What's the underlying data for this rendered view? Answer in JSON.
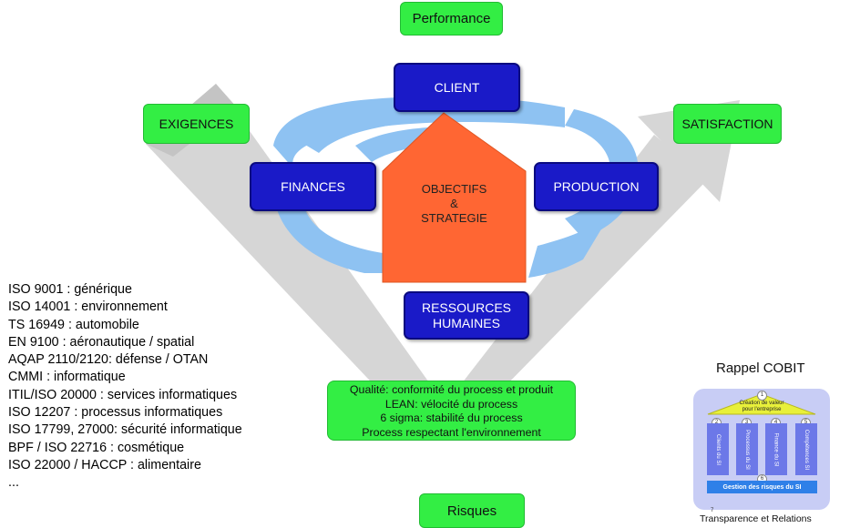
{
  "nodes": {
    "performance": "Performance",
    "exigences": "EXIGENCES",
    "satisfaction": "SATISFACTION",
    "risques": "Risques",
    "client": "CLIENT",
    "finances": "FINANCES",
    "production": "PRODUCTION",
    "rh_line1": "RESSOURCES",
    "rh_line2": "HUMAINES",
    "center_line1": "OBJECTIFS",
    "center_line2": "&",
    "center_line3": "STRATEGIE"
  },
  "quality_box": [
    "Qualité: conformité du process et produit",
    "LEAN: vélocité du process",
    "6 sigma: stabilité du process",
    "Process respectant l'environnement"
  ],
  "iso_list": [
    "ISO 9001 : générique",
    "ISO 14001 : environnement",
    "TS 16949 : automobile",
    "EN 9100 : aéronautique  / spatial",
    "AQAP 2110/2120: défense / OTAN",
    "CMMI : informatique",
    "ITIL/ISO  20000 : services informatiques",
    "ISO 12207 : processus informatiques",
    "ISO 17799, 27000: sécurité informatique",
    "BPF / ISO 22716 : cosmétique",
    "ISO 22000 / HACCP : alimentaire",
    "..."
  ],
  "cobit": {
    "title": "Rappel COBIT",
    "roof_num": "1",
    "roof_text_1": "Création de valeur",
    "roof_text_2": "pour l'entreprise",
    "pillars": [
      {
        "num": "2",
        "label": "Clients du SI"
      },
      {
        "num": "3",
        "label": "Processus du SI"
      },
      {
        "num": "4",
        "label": "Finance du SI"
      },
      {
        "num": "5",
        "label": "Compétences SI"
      }
    ],
    "base_num": "6",
    "base": "Gestion des risques du SI",
    "foot_num": "7",
    "footer": "Transparence et Relations"
  },
  "colors": {
    "green": "#33ee44",
    "blue_box": "#1a1ac8",
    "orange_arrow": "#ff6633",
    "cycle_blue": "#8ec2f2",
    "gray_arrow": "#d2d2d2"
  }
}
